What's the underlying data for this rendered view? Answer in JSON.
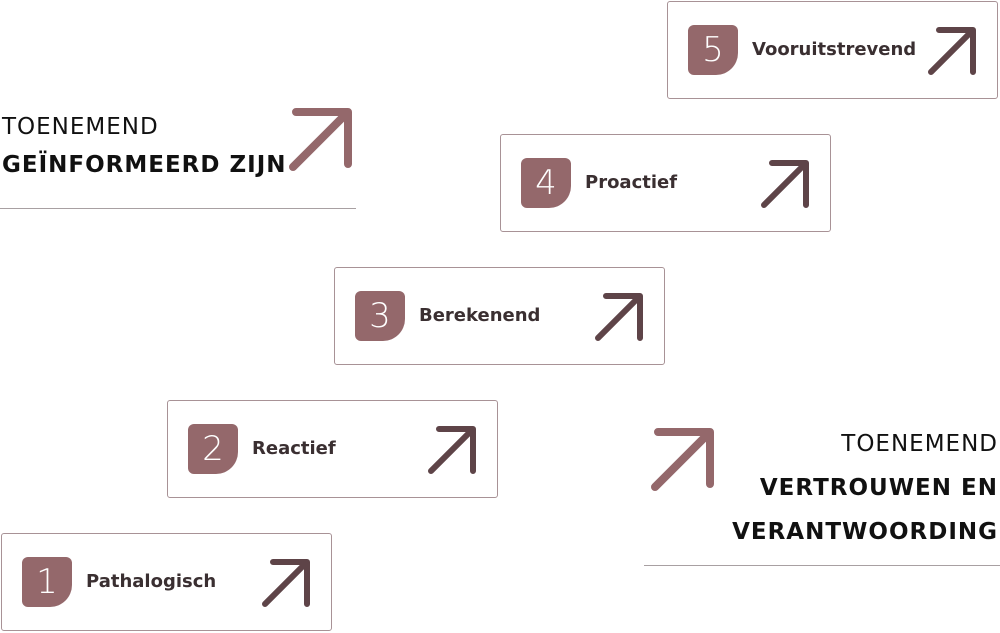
{
  "steps": [
    {
      "number": "1",
      "label": "Pathalogisch"
    },
    {
      "number": "2",
      "label": "Reactief"
    },
    {
      "number": "3",
      "label": "Berekenend"
    },
    {
      "number": "4",
      "label": "Proactief"
    },
    {
      "number": "5",
      "label": "Vooruitstrevend"
    }
  ],
  "callouts": {
    "top": {
      "line1": "TOENEMEND",
      "line2": "GEÏNFORMEERD ZIJN"
    },
    "bottom": {
      "line1": "TOENEMEND",
      "line2": "VERTROUWEN EN",
      "line3": "VERANTWOORDING"
    }
  },
  "icons": {
    "step_arrow": "arrow-up-right-icon",
    "callout_arrow": "arrow-up-right-icon"
  },
  "colors": {
    "badge": "#94686b",
    "step_arrow": "#5e4448",
    "callout_arrow": "#94686b",
    "card_border": "#a89296"
  }
}
